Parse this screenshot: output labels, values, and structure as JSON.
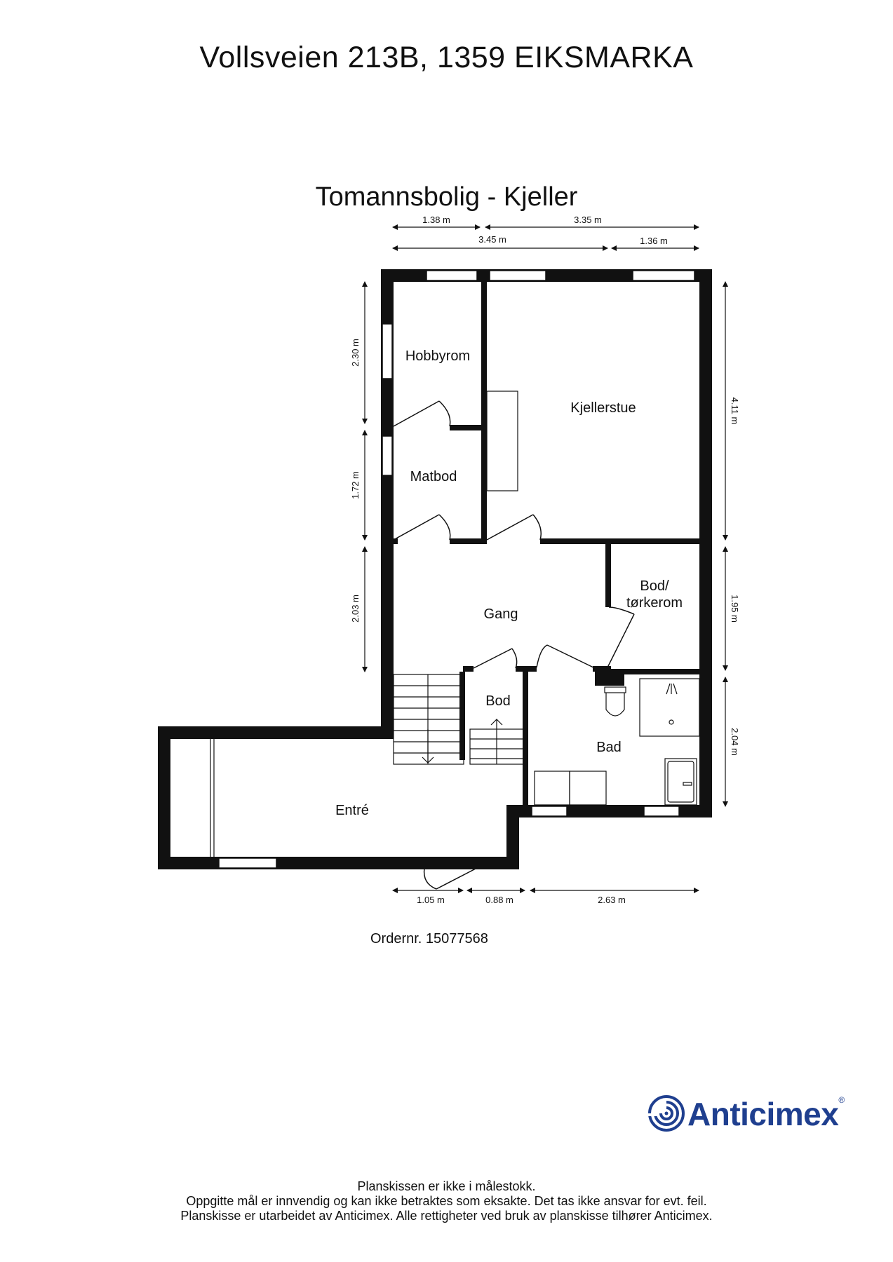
{
  "header": {
    "address": "Vollsveien 213B, 1359 EIKSMARKA",
    "plan_title": "Tomannsbolig  - Kjeller"
  },
  "rooms": {
    "hobbyrom": "Hobbyrom",
    "kjellerstue": "Kjellerstue",
    "matbod": "Matbod",
    "bod_torkerom_line1": "Bod/",
    "bod_torkerom_line2": "tørkerom",
    "gang": "Gang",
    "bod": "Bod",
    "bad": "Bad",
    "entre": "Entré"
  },
  "dimensions": {
    "top_1": "1.38 m",
    "top_2": "3.35 m",
    "top_3": "3.45 m",
    "top_4": "1.36 m",
    "left_1": "2.30 m",
    "left_2": "1.72 m",
    "left_3": "2.03 m",
    "right_1": "4.11 m",
    "right_2": "1.95 m",
    "right_3": "2.04 m",
    "bottom_1": "1.05 m",
    "bottom_2": "0.88 m",
    "bottom_3": "2.63 m"
  },
  "order_number": "Ordernr. 15077568",
  "logo": {
    "name": "Anticimex",
    "registered_mark": "®",
    "color": "#1f3f8f",
    "icon": "anticimex-swirl-icon"
  },
  "disclaimer": {
    "line1": "Planskissen er ikke i målestokk.",
    "line2": "Oppgitte mål er innvendig og kan ikke betraktes som eksakte. Det tas ikke ansvar for evt. feil.",
    "line3": "Planskisse er utarbeidet av Anticimex. Alle rettigheter ved bruk av planskisse tilhører Anticimex."
  }
}
